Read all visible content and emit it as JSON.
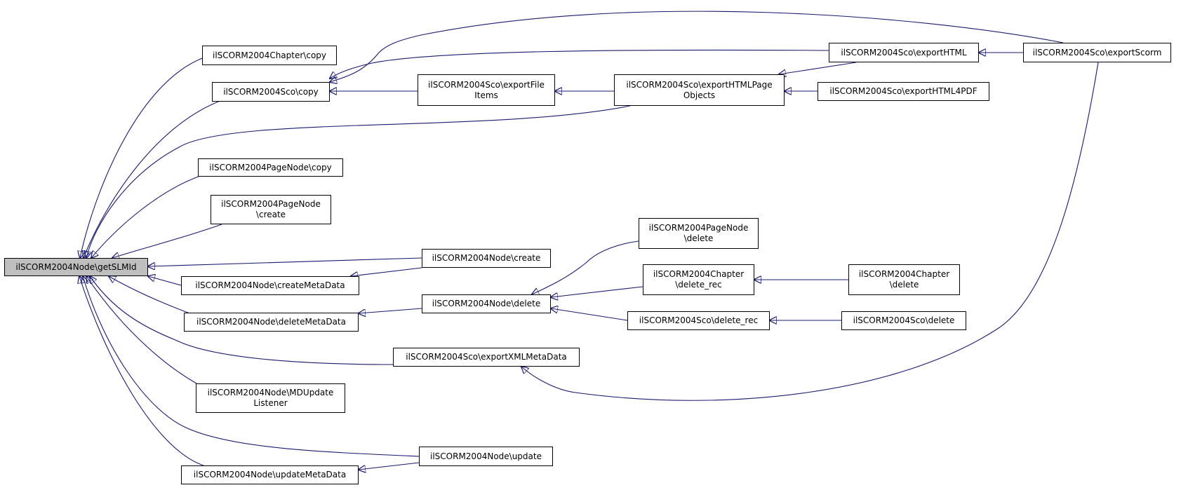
{
  "graph": {
    "nodes": [
      {
        "id": "root",
        "lines": [
          "ilSCORM2004Node\\getSLMId"
        ],
        "root": true
      },
      {
        "id": "chapter-copy",
        "lines": [
          "ilSCORM2004Chapter\\copy"
        ]
      },
      {
        "id": "sco-copy",
        "lines": [
          "ilSCORM2004Sco\\copy"
        ]
      },
      {
        "id": "pagenode-copy",
        "lines": [
          "ilSCORM2004PageNode\\copy"
        ]
      },
      {
        "id": "pagenode-create",
        "lines": [
          "ilSCORM2004PageNode",
          "\\create"
        ]
      },
      {
        "id": "node-createmetadata",
        "lines": [
          "ilSCORM2004Node\\createMetaData"
        ]
      },
      {
        "id": "node-deletemetadata",
        "lines": [
          "ilSCORM2004Node\\deleteMetaData"
        ]
      },
      {
        "id": "node-mdupdatelistener",
        "lines": [
          "ilSCORM2004Node\\MDUpdate",
          "Listener"
        ]
      },
      {
        "id": "node-updatemetadata",
        "lines": [
          "ilSCORM2004Node\\updateMetaData"
        ]
      },
      {
        "id": "sco-exportfileitems",
        "lines": [
          "ilSCORM2004Sco\\exportFile",
          "Items"
        ]
      },
      {
        "id": "node-create",
        "lines": [
          "ilSCORM2004Node\\create"
        ]
      },
      {
        "id": "node-delete",
        "lines": [
          "ilSCORM2004Node\\delete"
        ]
      },
      {
        "id": "sco-exportxmlmetadata",
        "lines": [
          "ilSCORM2004Sco\\exportXMLMetaData"
        ]
      },
      {
        "id": "node-update",
        "lines": [
          "ilSCORM2004Node\\update"
        ]
      },
      {
        "id": "sco-exporthtmlpageobjects",
        "lines": [
          "ilSCORM2004Sco\\exportHTMLPage",
          "Objects"
        ]
      },
      {
        "id": "pagenode-delete",
        "lines": [
          "ilSCORM2004PageNode",
          "\\delete"
        ]
      },
      {
        "id": "chapter-delete-rec",
        "lines": [
          "ilSCORM2004Chapter",
          "\\delete_rec"
        ]
      },
      {
        "id": "sco-delete-rec",
        "lines": [
          "ilSCORM2004Sco\\delete_rec"
        ]
      },
      {
        "id": "sco-exporthtml",
        "lines": [
          "ilSCORM2004Sco\\exportHTML"
        ]
      },
      {
        "id": "sco-exporthtml4pdf",
        "lines": [
          "ilSCORM2004Sco\\exportHTML4PDF"
        ]
      },
      {
        "id": "chapter-delete",
        "lines": [
          "ilSCORM2004Chapter",
          "\\delete"
        ]
      },
      {
        "id": "sco-delete",
        "lines": [
          "ilSCORM2004Sco\\delete"
        ]
      },
      {
        "id": "sco-exportscorm",
        "lines": [
          "ilSCORM2004Sco\\exportScorm"
        ]
      }
    ],
    "edges": [
      {
        "from": "chapter-copy",
        "to": "root"
      },
      {
        "from": "sco-copy",
        "to": "root"
      },
      {
        "from": "sco-exporthtmlpageobjects",
        "to": "root"
      },
      {
        "from": "pagenode-copy",
        "to": "root"
      },
      {
        "from": "pagenode-create",
        "to": "root"
      },
      {
        "from": "node-create",
        "to": "root"
      },
      {
        "from": "node-createmetadata",
        "to": "root"
      },
      {
        "from": "node-deletemetadata",
        "to": "root"
      },
      {
        "from": "sco-exportxmlmetadata",
        "to": "root"
      },
      {
        "from": "node-mdupdatelistener",
        "to": "root"
      },
      {
        "from": "node-update",
        "to": "root"
      },
      {
        "from": "node-updatemetadata",
        "to": "root"
      },
      {
        "from": "sco-exportfileitems",
        "to": "sco-copy"
      },
      {
        "from": "sco-exporthtml",
        "to": "sco-copy"
      },
      {
        "from": "sco-exportscorm",
        "to": "sco-copy"
      },
      {
        "from": "sco-exporthtmlpageobjects",
        "to": "sco-exportfileitems"
      },
      {
        "from": "sco-exporthtml",
        "to": "sco-exporthtmlpageobjects"
      },
      {
        "from": "sco-exporthtml4pdf",
        "to": "sco-exporthtmlpageobjects"
      },
      {
        "from": "sco-exportscorm",
        "to": "sco-exporthtml"
      },
      {
        "from": "node-create",
        "to": "node-createmetadata"
      },
      {
        "from": "node-delete",
        "to": "node-deletemetadata"
      },
      {
        "from": "pagenode-delete",
        "to": "node-delete"
      },
      {
        "from": "chapter-delete-rec",
        "to": "node-delete"
      },
      {
        "from": "sco-delete-rec",
        "to": "node-delete"
      },
      {
        "from": "chapter-delete",
        "to": "chapter-delete-rec"
      },
      {
        "from": "sco-delete",
        "to": "sco-delete-rec"
      },
      {
        "from": "sco-exportscorm",
        "to": "sco-exportxmlmetadata"
      },
      {
        "from": "node-update",
        "to": "node-updatemetadata"
      }
    ]
  },
  "colors": {
    "edge": "#191970",
    "root_fill": "#bfbfbf",
    "node_fill": "#ffffff",
    "border": "#000000"
  }
}
